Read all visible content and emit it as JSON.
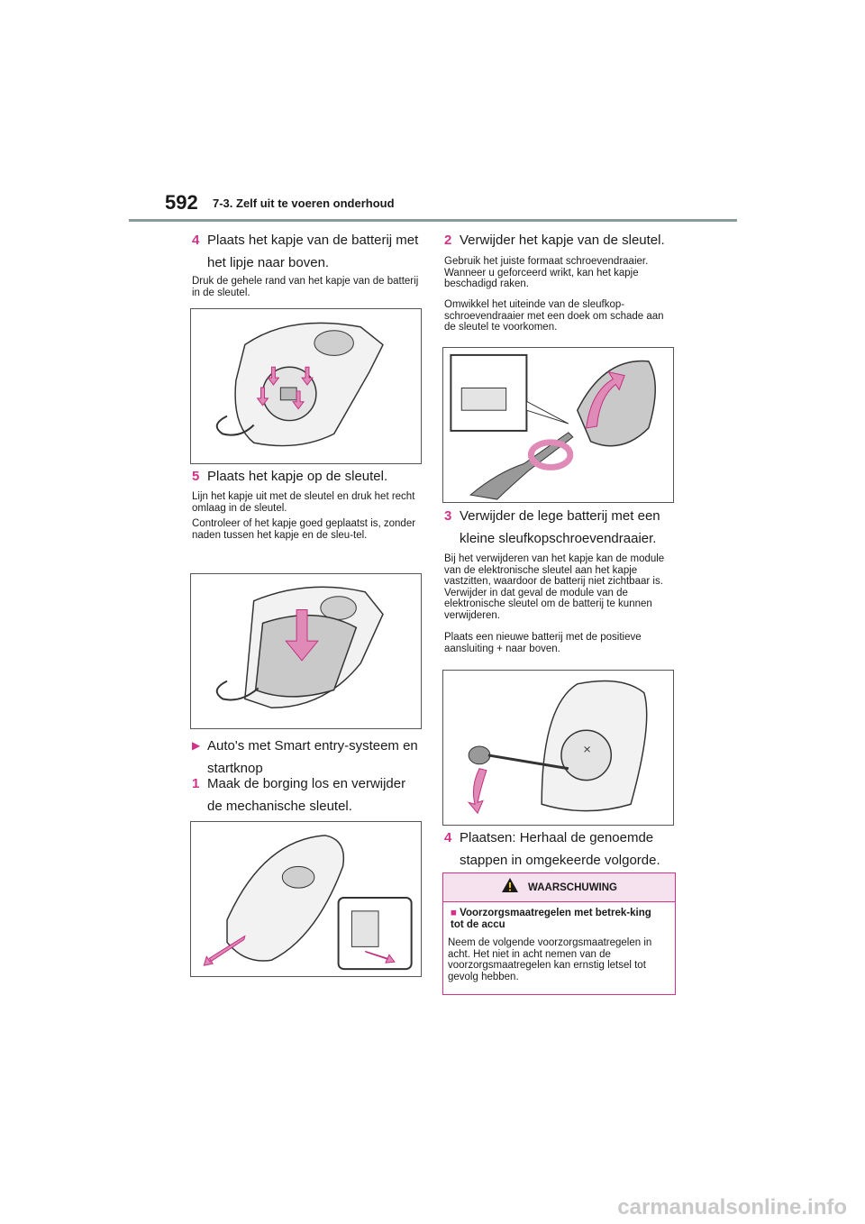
{
  "header": {
    "page_number": "592",
    "section": "7-3. Zelf uit te voeren onderhoud"
  },
  "left": {
    "step4": {
      "num": "4",
      "text": "Plaats het kapje van de batterij met het lipje naar boven."
    },
    "note4": "Druk de gehele rand van het kapje van de batterij in de sleutel.",
    "step5": {
      "num": "5",
      "text": "Plaats het kapje op de sleutel."
    },
    "note5a": "Lijn het kapje uit met de sleutel en druk het recht omlaag in de sleutel.",
    "note5b": "Controleer of het kapje goed geplaatst is, zonder naden tussen het kapje en de sleu-tel.",
    "subhead": "Auto's met Smart entry-systeem en startknop",
    "step1": {
      "num": "1",
      "text": "Maak de borging los en verwijder de mechanische sleutel."
    }
  },
  "right": {
    "step2": {
      "num": "2",
      "text": "Verwijder het kapje van de sleutel."
    },
    "note2a": "Gebruik het juiste formaat schroevendraaier. Wanneer u geforceerd wrikt, kan het kapje beschadigd raken.",
    "note2b": "Omwikkel het uiteinde van de sleufkop-schroevendraaier met een doek om schade aan de sleutel te voorkomen.",
    "step3": {
      "num": "3",
      "text": "Verwijder de lege batterij met een kleine sleufkopschroevendraaier."
    },
    "note3a": "Bij het verwijderen van het kapje kan de module van de elektronische sleutel aan het kapje vastzitten, waardoor de batterij niet zichtbaar is. Verwijder in dat geval de module van de elektronische sleutel om de batterij te kunnen verwijderen.",
    "note3b": "Plaats een nieuwe batterij met de positieve aansluiting + naar boven.",
    "step4": {
      "num": "4",
      "text": "Plaatsen: Herhaal de genoemde stappen in omgekeerde volgorde."
    }
  },
  "warning": {
    "title": "WAARSCHUWING",
    "subtitle": "Voorzorgsmaatregelen met betrek-king tot de accu",
    "body": "Neem de volgende voorzorgsmaatregelen in acht. Het niet in acht nemen van de voorzorgsmaatregelen kan ernstig letsel tot gevolg hebben."
  },
  "footer": {
    "watermark": "carmanualsonline.info"
  },
  "colors": {
    "accent": "#d2318a",
    "rule": "#8a9a9a",
    "warning_bg": "#f6e2ef",
    "arrow": "#e08ab8"
  }
}
